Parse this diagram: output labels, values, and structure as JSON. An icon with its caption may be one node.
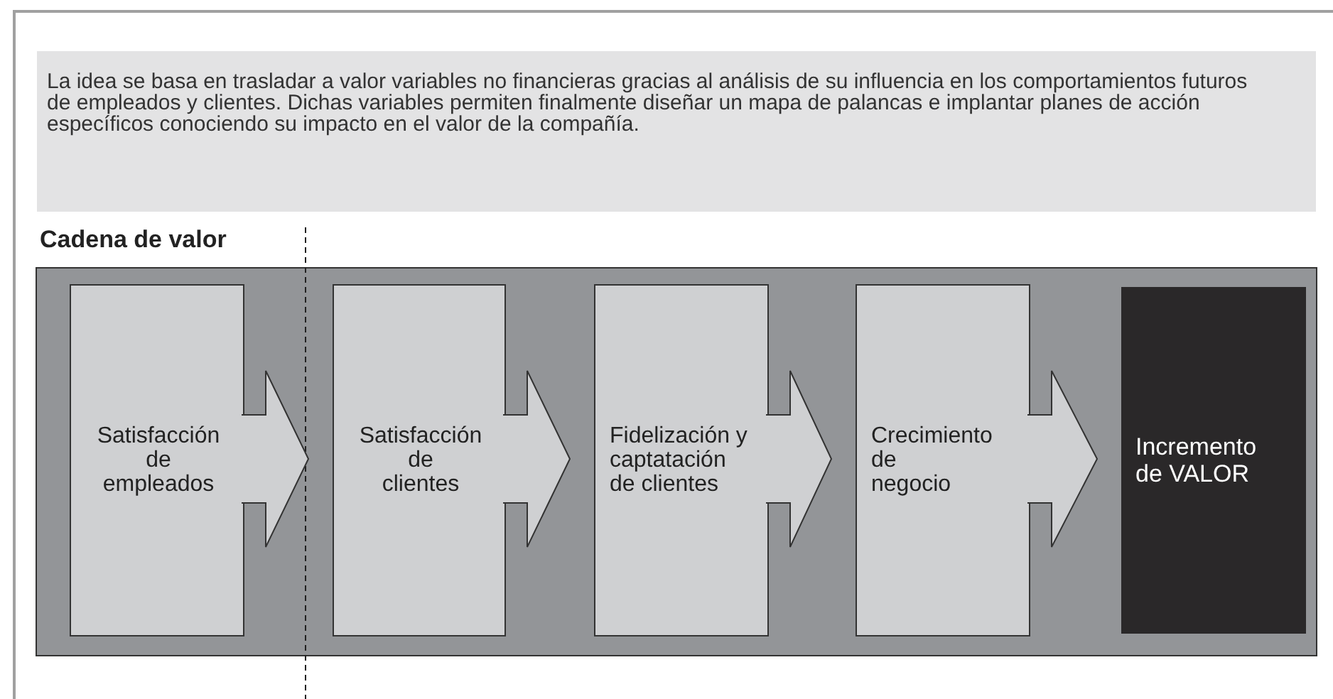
{
  "diagram": {
    "nodes": [
      {
        "text": [
          "La idea se basa en trasladar a valor variables no financieras gracias al análisis de su influencia en los comportamientos futuros de empleados y clientes. Dichas variables permiten finalmente diseñar un mapa de palancas e implantar planes de acción específicos conociendo su impacto en el valor de la compañía."
        ]
      },
      {
        "text": [
          "Cadena de valor"
        ]
      },
      {
        "text": [
          "Satisfacción de empleados"
        ],
        "in": 1
      },
      {
        "text": [
          "Satisfacción de clientes"
        ],
        "in": 1
      },
      {
        "text": [
          "Fidelización y captatación de clientes"
        ],
        "in": 1
      },
      {
        "text": [
          "Crecimiento de negocio"
        ],
        "in": 1
      },
      {
        "text": [
          "Incremento de VALOR"
        ],
        "in": 1
      }
    ],
    "edges": [
      {
        "from": 2,
        "to": 3,
        "arrow": "to"
      },
      {
        "from": 3,
        "to": 4,
        "arrow": "to"
      },
      {
        "from": 4,
        "to": 5,
        "arrow": "to"
      },
      {
        "from": 5,
        "to": 6,
        "arrow": "to"
      }
    ]
  }
}
